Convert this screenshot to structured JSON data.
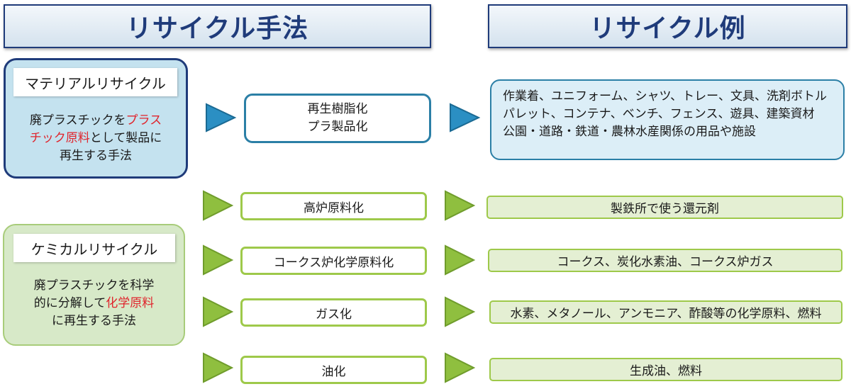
{
  "headers": {
    "methods": "リサイクル手法",
    "examples": "リサイクル例"
  },
  "material": {
    "title": "マテリアルリサイクル",
    "desc_1": "廃プラスチックを",
    "desc_1_red": "プラス",
    "desc_2_red": "チック原料",
    "desc_2": "として製品に",
    "desc_3": "再生する手法",
    "method_line1": "再生樹脂化",
    "method_line2": "プラ製品化",
    "example_lines": [
      "作業着、ユニフォーム、シャツ、トレー、文具、洗剤ボトル",
      "パレット、コンテナ、ベンチ、フェンス、遊具、建築資材",
      "公園・道路・鉄道・農林水産関係の用品や施設"
    ]
  },
  "chemical": {
    "title": "ケミカルリサイクル",
    "desc_1": "廃プラスチックを科学",
    "desc_2": "的に分解して",
    "desc_2_red": "化学原料",
    "desc_3": "に再生する手法",
    "rows": [
      {
        "method": "高炉原料化",
        "example": "製鉄所で使う還元剤"
      },
      {
        "method": "コークス炉化学原料化",
        "example": "コークス、炭化水素油、コークス炉ガス"
      },
      {
        "method": "ガス化",
        "example": "水素、メタノール、アンモニア、酢酸等の化学原料、燃料"
      },
      {
        "method": "油化",
        "example": "生成油、燃料"
      }
    ]
  },
  "colors": {
    "navy": "#1f3b7a",
    "blue_arrow": "#2b8fc3",
    "green_arrow": "#8fbf3f",
    "red_text": "#e0242c"
  }
}
